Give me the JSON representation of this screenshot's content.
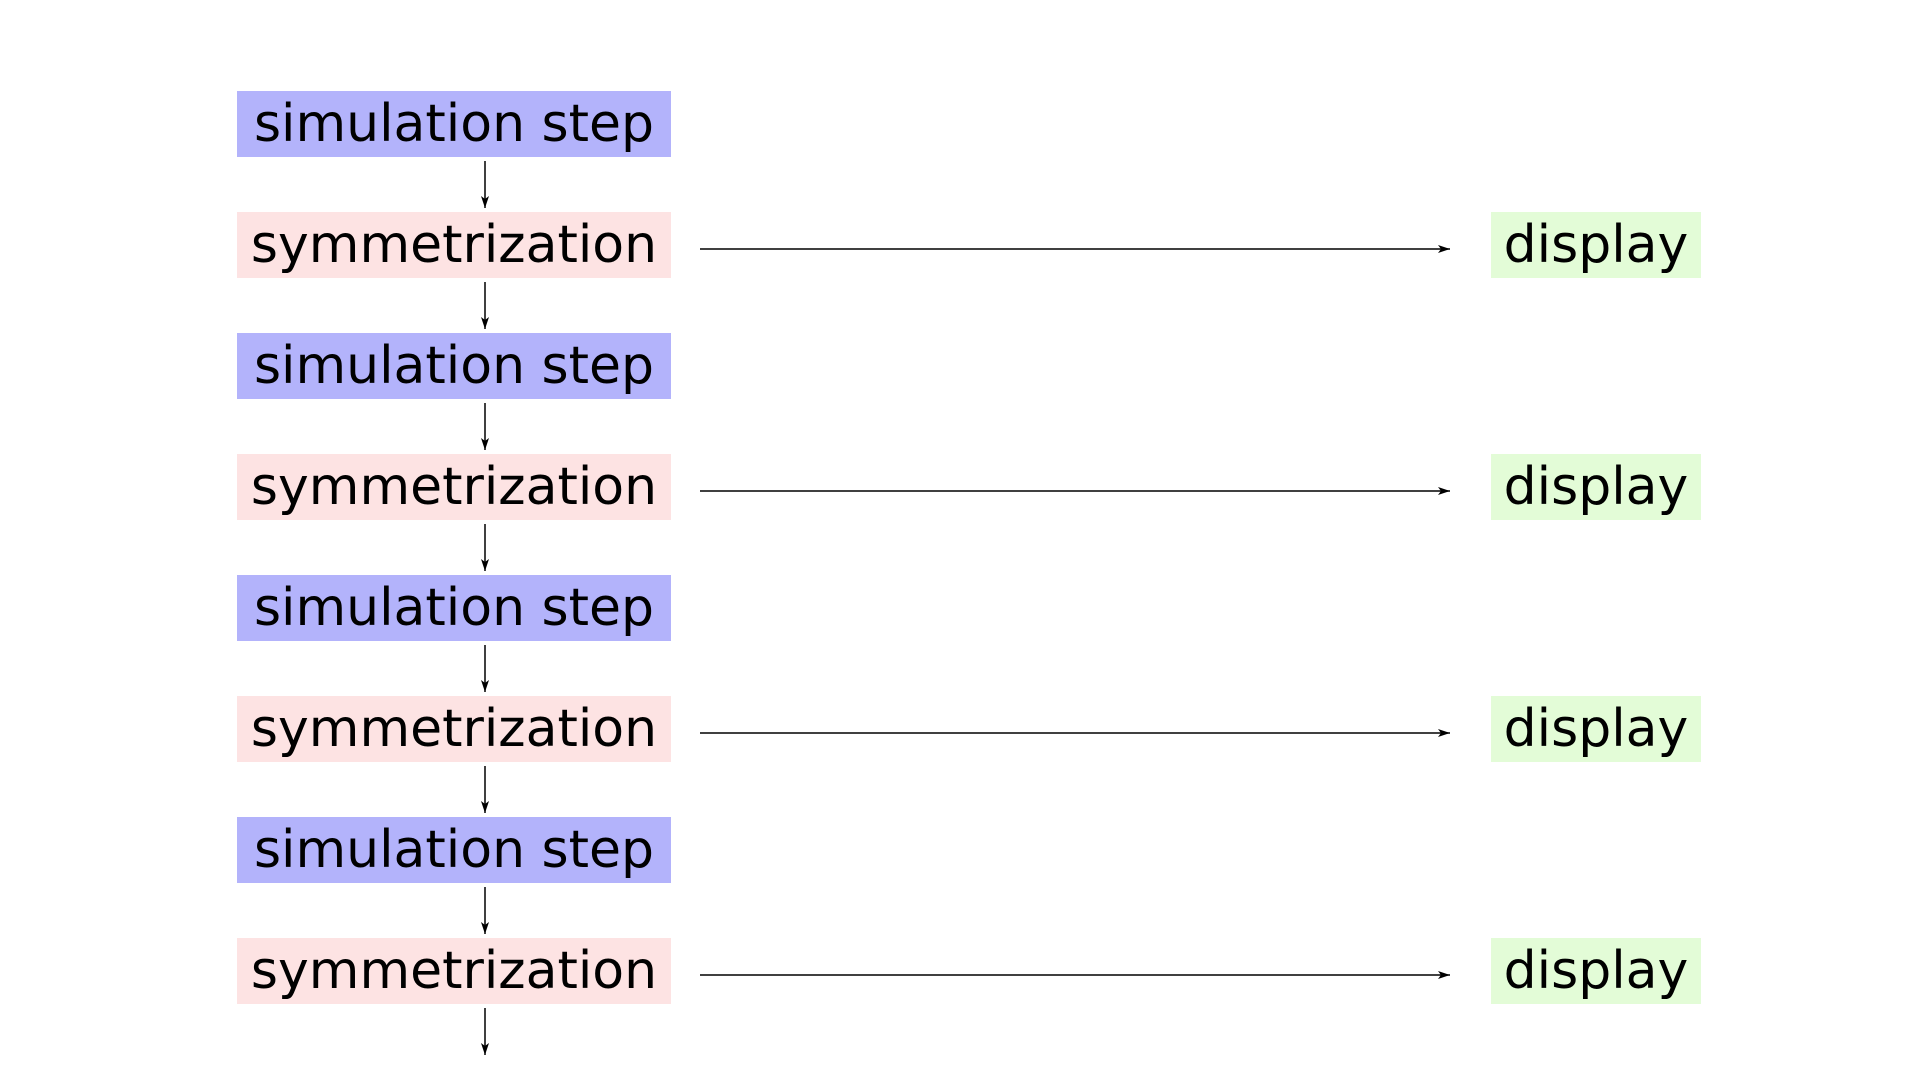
{
  "diagram": {
    "rows": [
      {
        "kind": "simulation",
        "label": "simulation step"
      },
      {
        "kind": "symmetrization",
        "label": "symmetrization",
        "output": "display"
      },
      {
        "kind": "simulation",
        "label": "simulation step"
      },
      {
        "kind": "symmetrization",
        "label": "symmetrization",
        "output": "display"
      },
      {
        "kind": "simulation",
        "label": "simulation step"
      },
      {
        "kind": "symmetrization",
        "label": "symmetrization",
        "output": "display"
      },
      {
        "kind": "simulation",
        "label": "simulation step"
      },
      {
        "kind": "symmetrization",
        "label": "symmetrization",
        "output": "display"
      }
    ],
    "trailing_arrow": true,
    "colors": {
      "simulation": "#b3b3fb",
      "symmetrization": "#fde3e3",
      "display": "#e3fcd7",
      "edge": "#000000"
    }
  }
}
